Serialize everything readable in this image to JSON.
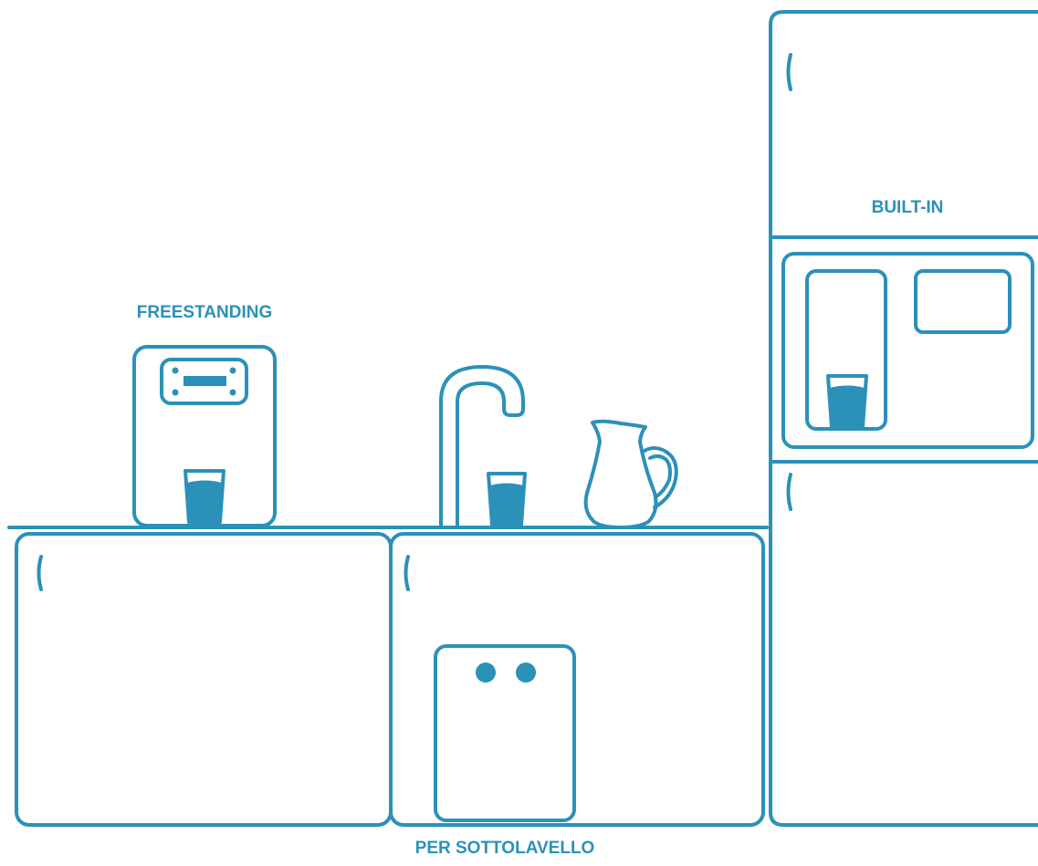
{
  "labels": {
    "freestanding": "FREESTANDING",
    "built_in": "BUILT-IN",
    "under_sink": "PER SOTTOLAVELLO"
  },
  "colors": {
    "stroke": "#2b91b8",
    "fill": "#2b91b8",
    "label": "#2b91b8",
    "background": "#ffffff"
  },
  "icons": {
    "freestanding_unit": "water-dispenser-icon",
    "faucet": "faucet-icon",
    "pitcher": "pitcher-icon",
    "under_sink_unit": "under-sink-filter-icon",
    "built_in_unit": "built-in-dispenser-icon",
    "glass": "glass-of-water-icon"
  }
}
